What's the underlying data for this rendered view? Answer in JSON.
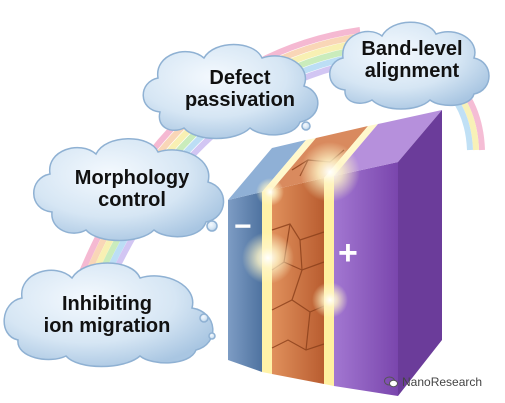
{
  "clouds": {
    "band_level": [
      "Band-level",
      "alignment"
    ],
    "defect": [
      "Defect",
      "passivation"
    ],
    "morphology": [
      "Morphology",
      "control"
    ],
    "ion": [
      "Inhibiting",
      "ion migration"
    ]
  },
  "electrodes": {
    "negative": "−",
    "positive": "+"
  },
  "watermark": "NanoResearch",
  "colors": {
    "left_electrode": "#5b7fa8",
    "perovskite": "#c0683a",
    "right_electrode": "#8e5bbd",
    "interface_glow": "#fff6b0",
    "cloud": "#cfe2f2"
  }
}
